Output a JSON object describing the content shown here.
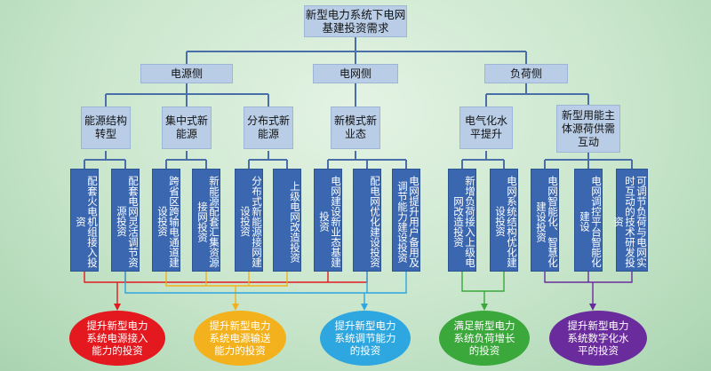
{
  "root": "新型电力系统下电网基建投资需求",
  "level1": [
    "电源侧",
    "电网侧",
    "负荷侧"
  ],
  "level2": [
    "能源结构转型",
    "集中式新能源",
    "分布式新能源",
    "新模式新业态",
    "电气化水平提升",
    "新型用能主体源荷供需互动"
  ],
  "level3": [
    "配套火电机组接入投资",
    "配套电网灵活调节资源投资",
    "跨省区跨输电通道建设投资",
    "新能源配套汇集资源接网投资",
    "分布式新能源接网建设投资",
    "上级电网改造投资",
    "电网建设新业态基建投资",
    "配电网优化建设投资",
    "电网提升用户备用及调节能力建设投资",
    "新增负荷接入上级电网改造投资",
    "电网系统结构优化建设投资",
    "电网智能化、智慧化建设投资",
    "电网调控平台智能化建设",
    "可调节负荷与电网实时互动的技术研发投资"
  ],
  "outcomes": [
    "提升新型电力系统电源接入能力的投资",
    "提升新型电力系统电源输送能力的投资",
    "提升新型电力系统调节能力的投资",
    "满足新型电力系统负荷增长的投资",
    "提升新型电力系统数字化水平的投资"
  ],
  "colors": {
    "background": "#c9e6cc",
    "light_box": "#b9cde6",
    "dark_box": "#3a67b0",
    "connector": "#4a6ea8",
    "outcome1": "#e3191f",
    "outcome2": "#f3b21d",
    "outcome3": "#2ea6df",
    "outcome4": "#3aa83a",
    "outcome5": "#6a2c9c"
  }
}
